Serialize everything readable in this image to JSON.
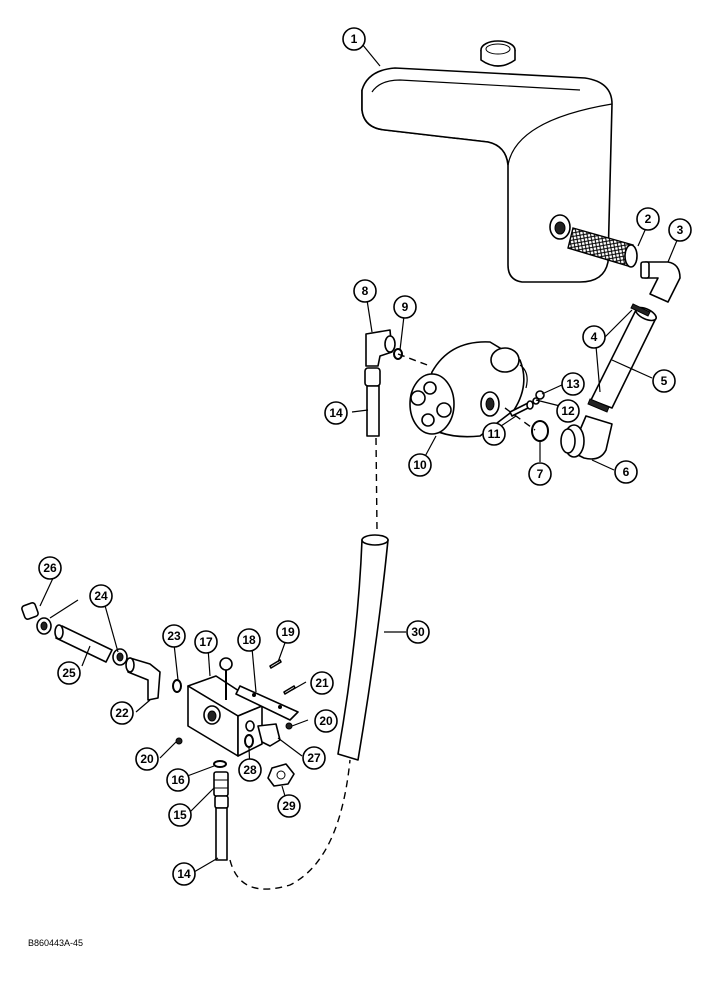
{
  "figure": {
    "drawing_id": "B860443A-45"
  },
  "callouts": [
    {
      "id": "c1",
      "label": "1"
    },
    {
      "id": "c2",
      "label": "2"
    },
    {
      "id": "c3",
      "label": "3"
    },
    {
      "id": "c4",
      "label": "4"
    },
    {
      "id": "c5",
      "label": "5"
    },
    {
      "id": "c6",
      "label": "6"
    },
    {
      "id": "c7",
      "label": "7"
    },
    {
      "id": "c8",
      "label": "8"
    },
    {
      "id": "c9",
      "label": "9"
    },
    {
      "id": "c10",
      "label": "10"
    },
    {
      "id": "c11",
      "label": "11"
    },
    {
      "id": "c12",
      "label": "12"
    },
    {
      "id": "c13",
      "label": "13"
    },
    {
      "id": "c14a",
      "label": "14"
    },
    {
      "id": "c14b",
      "label": "14"
    },
    {
      "id": "c15",
      "label": "15"
    },
    {
      "id": "c16",
      "label": "16"
    },
    {
      "id": "c17",
      "label": "17"
    },
    {
      "id": "c18",
      "label": "18"
    },
    {
      "id": "c19",
      "label": "19"
    },
    {
      "id": "c20a",
      "label": "20"
    },
    {
      "id": "c20b",
      "label": "20"
    },
    {
      "id": "c21",
      "label": "21"
    },
    {
      "id": "c22",
      "label": "22"
    },
    {
      "id": "c23",
      "label": "23"
    },
    {
      "id": "c24",
      "label": "24"
    },
    {
      "id": "c25",
      "label": "25"
    },
    {
      "id": "c26",
      "label": "26"
    },
    {
      "id": "c27",
      "label": "27"
    },
    {
      "id": "c28",
      "label": "28"
    },
    {
      "id": "c29",
      "label": "29"
    },
    {
      "id": "c30",
      "label": "30"
    }
  ]
}
